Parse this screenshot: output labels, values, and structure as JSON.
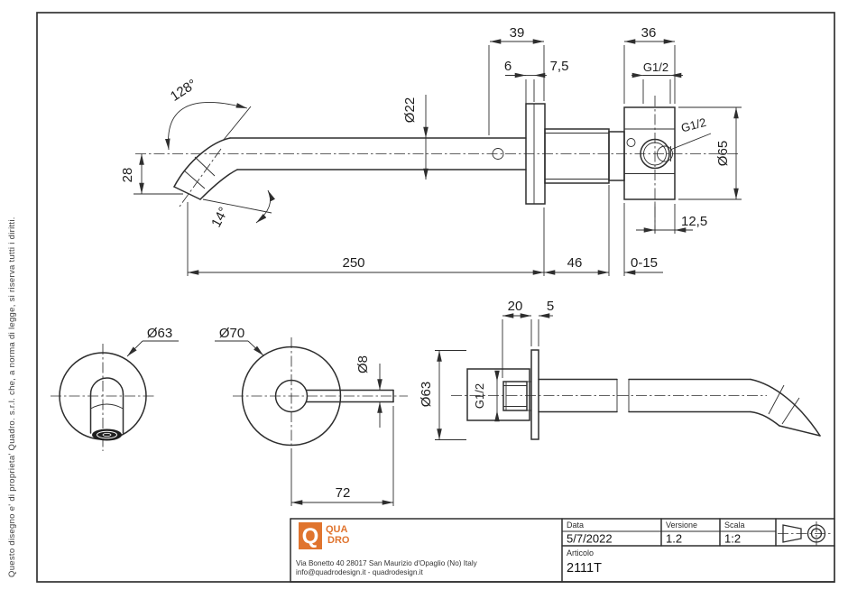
{
  "page": {
    "bg": "#ffffff",
    "line_color": "#2e2e2e",
    "accent_orange": "#e0742e"
  },
  "sidebar": {
    "note": "Questo disegno e' di proprieta' Quadro. s.r.l. che, a norma di legge, si riserva tutti i diritti."
  },
  "dims": {
    "d39": "39",
    "d36": "36",
    "d6": "6",
    "d7_5": "7,5",
    "g12_top": "G1/2",
    "d22": "Ø22",
    "g12_side": "G1/2",
    "d65": "Ø65",
    "d12_5": "12,5",
    "d128": "128°",
    "d28": "28",
    "d14": "14°",
    "d250": "250",
    "d46": "46",
    "d0_15": "0-15",
    "d63_front": "Ø63",
    "d70": "Ø70",
    "d8": "Ø8",
    "d72": "72",
    "d20": "20",
    "d5": "5",
    "d63_side": "Ø63",
    "g12_bottom": "G1/2"
  },
  "title_block": {
    "logo_q": "Q",
    "logo_line1": "QUA",
    "logo_line2": "DRO",
    "address_line1": "Via Bonetto 40  28017 San Maurizio d'Opaglio (No) Italy",
    "address_line2": "info@quadrodesign.it  -  quadrodesign.it",
    "data_label": "Data",
    "data_value": "5/7/2022",
    "versione_label": "Versione",
    "versione_value": "1.2",
    "scala_label": "Scala",
    "scala_value": "1:2",
    "articolo_label": "Articolo",
    "articolo_value": "2111T"
  }
}
